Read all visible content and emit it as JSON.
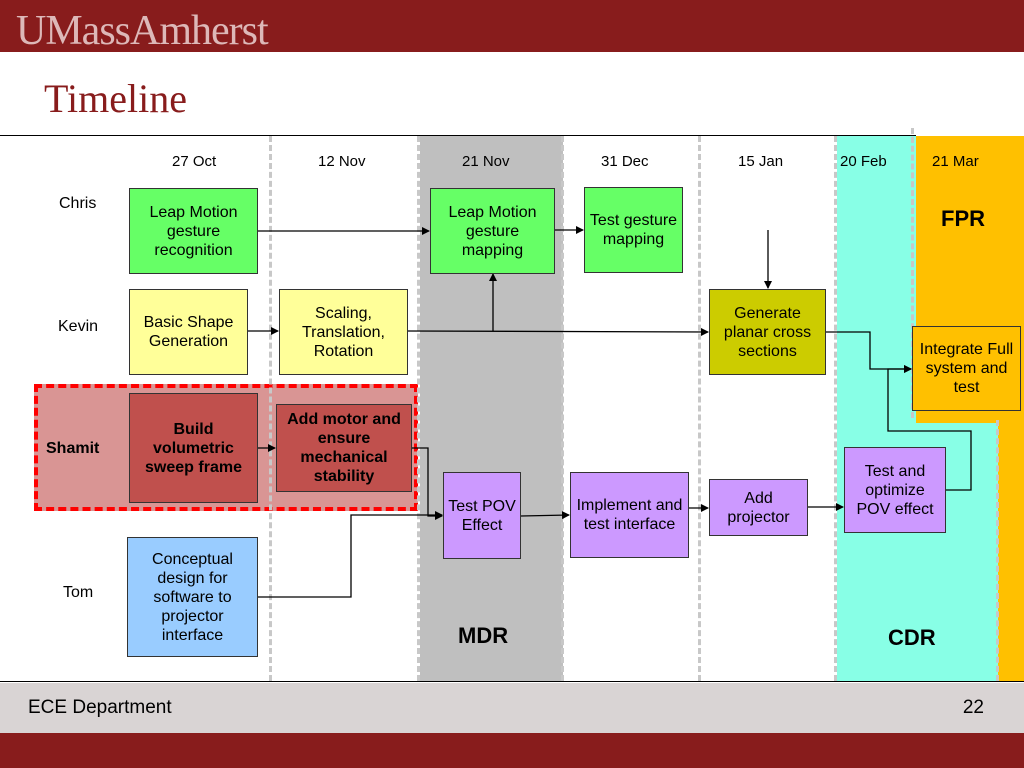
{
  "header": {
    "logo": "UMassAmherst",
    "title": "Timeline"
  },
  "footer": {
    "department": "ECE Department",
    "page_number": "22"
  },
  "dates": [
    "27 Oct",
    "12 Nov",
    "21 Nov",
    "31 Dec",
    "15 Jan",
    "20 Feb",
    "21 Mar"
  ],
  "people": [
    "Chris",
    "Kevin",
    "Shamit",
    "Tom"
  ],
  "milestones": {
    "mdr": "MDR",
    "cdr": "CDR",
    "fpr": "FPR"
  },
  "tasks": {
    "leap_motion_gesture_recognition": "Leap Motion gesture recognition",
    "leap_motion_gesture_mapping": "Leap Motion gesture mapping",
    "test_gesture_mapping": "Test gesture mapping",
    "basic_shape_generation": "Basic Shape Generation",
    "scaling_translation_rotation": "Scaling, Translation, Rotation",
    "generate_planar_cross_sections": "Generate planar cross sections",
    "integrate_full_system": "Integrate Full system and test",
    "build_volumetric_sweep_frame": "Build volumetric sweep frame",
    "add_motor_stability": "Add motor and ensure mechanical stability",
    "test_pov_effect": "Test POV Effect",
    "implement_test_interface": "Implement and test interface",
    "add_projector": "Add projector",
    "test_optimize_pov": "Test and optimize POV effect",
    "conceptual_design_software": "Conceptual design for software to projector interface"
  },
  "colors": {
    "brand": "#881c1c",
    "mdr_zone": "#bfbfbf",
    "cdr_zone": "#88ffe6",
    "fpr_zone": "#ffc000",
    "highlight_dash": "#ff0000"
  }
}
